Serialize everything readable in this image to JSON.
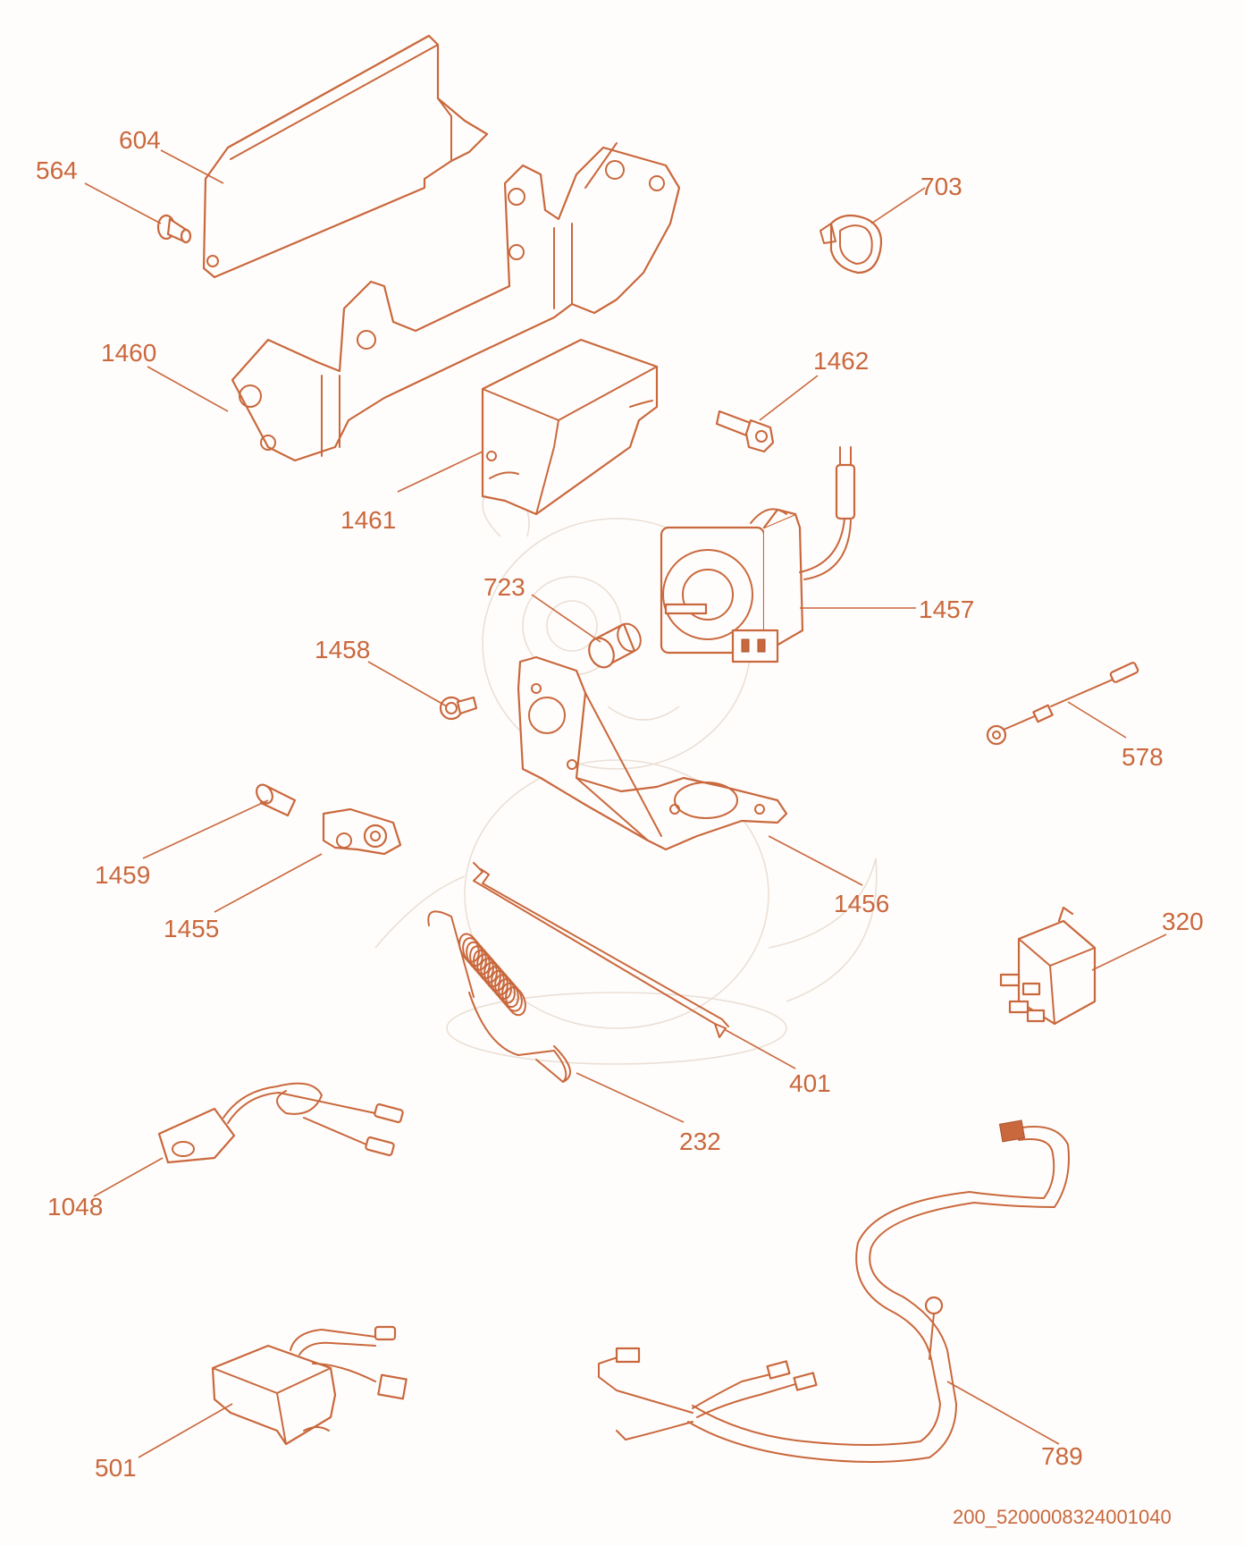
{
  "accent_color": "#c9683d",
  "callouts": [
    {
      "id": "604",
      "text": "604"
    },
    {
      "id": "564",
      "text": "564"
    },
    {
      "id": "703",
      "text": "703"
    },
    {
      "id": "1460",
      "text": "1460"
    },
    {
      "id": "1462",
      "text": "1462"
    },
    {
      "id": "1461",
      "text": "1461"
    },
    {
      "id": "723",
      "text": "723"
    },
    {
      "id": "1457",
      "text": "1457"
    },
    {
      "id": "1458",
      "text": "1458"
    },
    {
      "id": "578",
      "text": "578"
    },
    {
      "id": "1459",
      "text": "1459"
    },
    {
      "id": "1455",
      "text": "1455"
    },
    {
      "id": "1456",
      "text": "1456"
    },
    {
      "id": "320",
      "text": "320"
    },
    {
      "id": "401",
      "text": "401"
    },
    {
      "id": "232",
      "text": "232"
    },
    {
      "id": "1048",
      "text": "1048"
    },
    {
      "id": "789",
      "text": "789"
    },
    {
      "id": "501",
      "text": "501"
    }
  ],
  "drawing_code": "200_5200008324001040"
}
